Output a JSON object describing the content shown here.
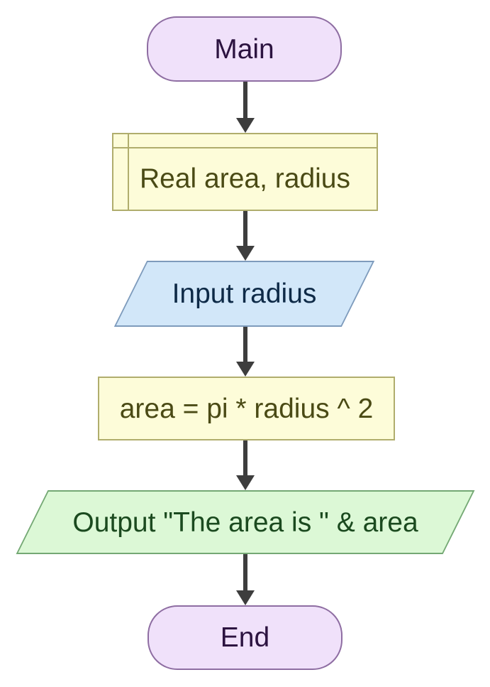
{
  "flowchart": {
    "nodes": [
      {
        "type": "terminal",
        "label": "Main"
      },
      {
        "type": "declaration",
        "label": "Real area, radius"
      },
      {
        "type": "input",
        "label": "Input radius"
      },
      {
        "type": "assignment",
        "label": "area = pi * radius ^ 2"
      },
      {
        "type": "output",
        "label": "Output \"The area is \" & area"
      },
      {
        "type": "terminal",
        "label": "End"
      }
    ],
    "palette": {
      "canvas_bg": "#ffffff",
      "terminal_fill": "#f0e1fa",
      "terminal_border": "#8e6da2",
      "terminal_text": "#2c1340",
      "declaration_fill": "#fdfcd9",
      "declaration_border": "#b0ad6d",
      "declaration_text": "#4a4a15",
      "input_fill": "#d2e7f9",
      "input_border": "#7e9bbc",
      "input_text": "#0e2a47",
      "output_fill": "#dcf8d6",
      "output_border": "#74a874",
      "output_text": "#1b4a1f",
      "arrow": "#3d3d3d"
    }
  }
}
